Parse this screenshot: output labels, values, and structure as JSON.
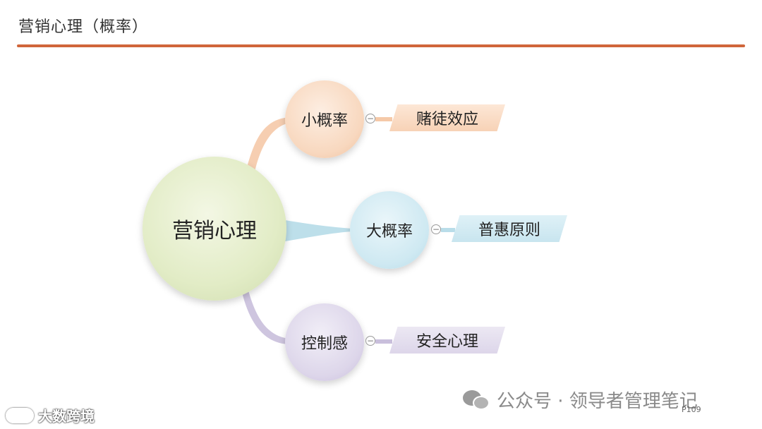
{
  "header": {
    "title": "营销心理（概率）"
  },
  "diagram": {
    "root": {
      "label": "营销心理",
      "color": "#dfe9c2"
    },
    "branches": [
      {
        "label": "小概率",
        "leaf": "赌徒效应",
        "color": "#f5c9a8",
        "collapse_symbol": "−"
      },
      {
        "label": "大概率",
        "leaf": "普惠原则",
        "color": "#b9dde9",
        "collapse_symbol": "−"
      },
      {
        "label": "控制感",
        "leaf": "安全心理",
        "color": "#c9bfdc",
        "collapse_symbol": "−"
      }
    ]
  },
  "footer": {
    "watermark_text": "公众号 · 领导者管理笔记",
    "watermark_icon": "wechat-icon",
    "page_number": "P109",
    "brand_text": "大数跨境",
    "brand_icon": "brand-logo-icon"
  },
  "colors": {
    "accent_rule": "#d0663a"
  }
}
